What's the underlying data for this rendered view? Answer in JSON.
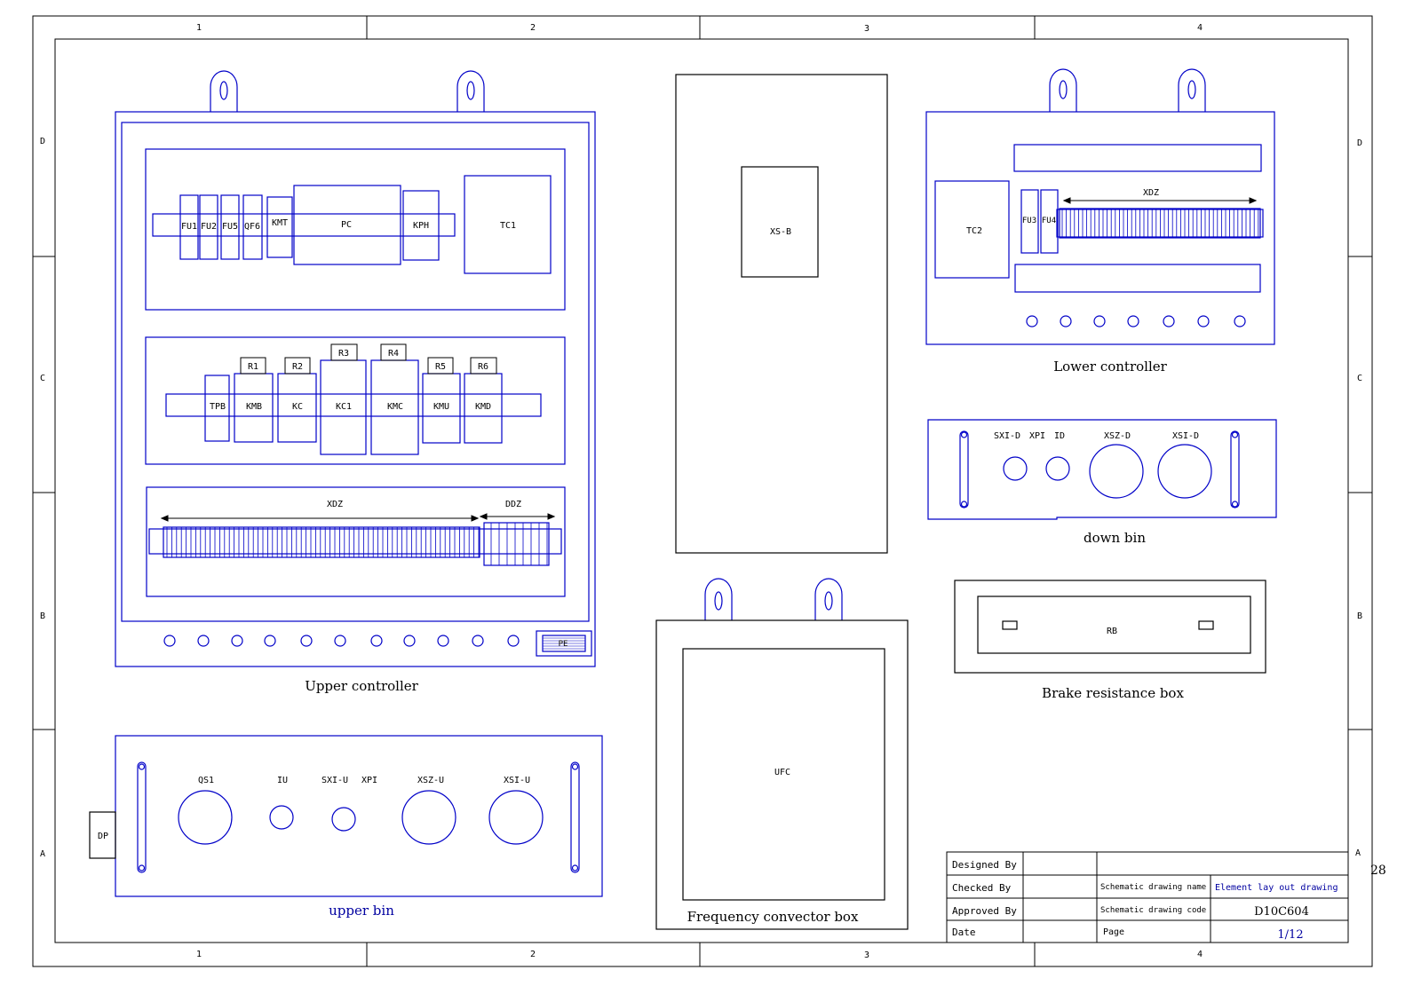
{
  "frame": {
    "columns": [
      "1",
      "2",
      "3",
      "4"
    ],
    "rows": [
      "D",
      "C",
      "B",
      "A"
    ]
  },
  "upper_controller": {
    "caption": "Upper controller",
    "row1": [
      "FU1",
      "FU2",
      "FU5",
      "QF6",
      "KMT",
      "PC",
      "KPH",
      "TC1"
    ],
    "resistors": [
      "R1",
      "R2",
      "R3",
      "R4",
      "R5",
      "R6"
    ],
    "row2": [
      "TPB",
      "KMB",
      "KC",
      "KC1",
      "KMC",
      "KMU",
      "KMD"
    ],
    "terminal_label": "XDZ",
    "terminal2_label": "DDZ",
    "pe_label": "PE"
  },
  "xs_box": {
    "label": "XS-B"
  },
  "lower_controller": {
    "caption": "Lower controller",
    "tc_label": "TC2",
    "fuses": [
      "FU3",
      "FU4"
    ],
    "terminal_label": "XDZ"
  },
  "down_bin": {
    "caption": "down bin",
    "labels": [
      "SXI-D",
      "XPI",
      "ID",
      "XSZ-D",
      "XSI-D"
    ]
  },
  "brake_box": {
    "caption": "Brake resistance box",
    "label": "RB"
  },
  "upper_bin": {
    "caption": "upper bin",
    "labels": [
      "QS1",
      "IU",
      "SXI-U",
      "XPI",
      "XSZ-U",
      "XSI-U"
    ],
    "side_label": "DP"
  },
  "freq_box": {
    "caption": "Frequency convector box",
    "label": "UFC"
  },
  "title_block": {
    "designed_by": "Designed By",
    "checked_by": "Checked  By",
    "approved_by": "Approved By",
    "date": "Date",
    "drawing_name_label": "Schematic drawing name",
    "drawing_name": "Element lay out drawing",
    "drawing_code_label": "Schematic drawing code",
    "drawing_code": "D10C604",
    "page_label": "Page",
    "page": "1/12",
    "edge_number": "28"
  }
}
